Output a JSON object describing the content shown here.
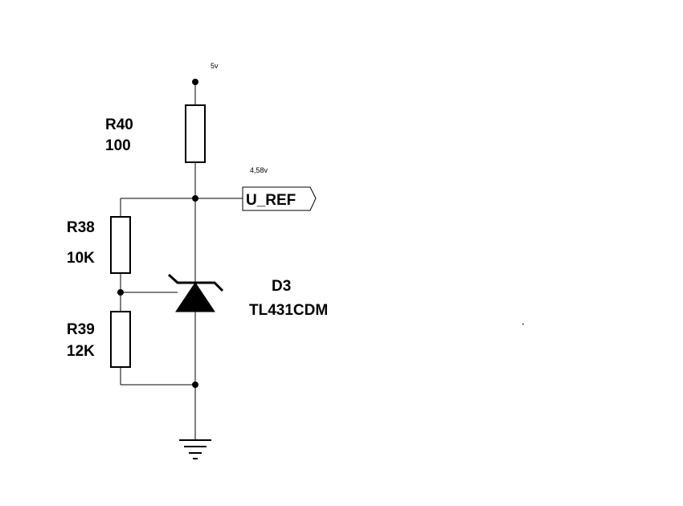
{
  "colors": {
    "background": "#ffffff",
    "ink": "#000000"
  },
  "supply": {
    "voltage_label": "5v"
  },
  "r40": {
    "designator": "R40",
    "value": "100"
  },
  "ref_net": {
    "voltage_label": "4,58v",
    "port_label": "U_REF"
  },
  "r38": {
    "designator": "R38",
    "value": "10K"
  },
  "r39": {
    "designator": "R39",
    "value": "12K"
  },
  "d3": {
    "designator": "D3",
    "part": "TL431CDM"
  }
}
